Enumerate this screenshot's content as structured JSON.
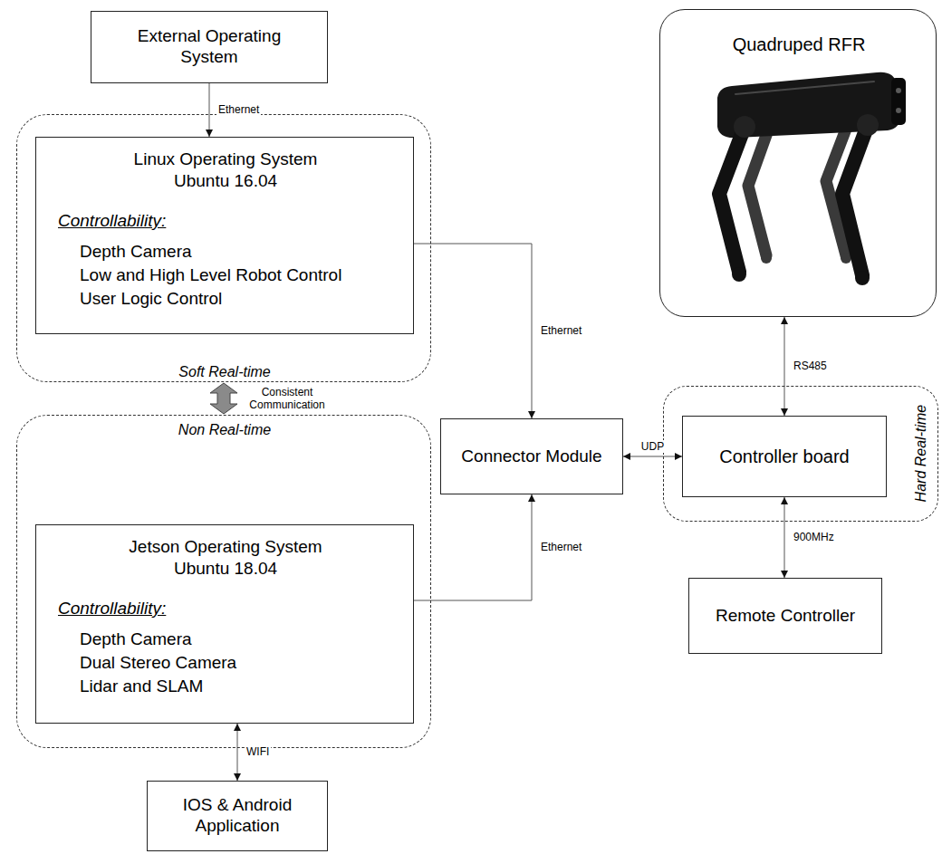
{
  "diagram": {
    "nodes": [
      {
        "text": [
          "External Operating System"
        ]
      },
      {
        "text": [
          "Soft Real-time"
        ]
      },
      {
        "text": [
          "Linux Operating System",
          "Ubuntu 16.04",
          "Controllability:",
          "Depth Camera",
          "Low and High Level Robot Control",
          "User Logic Control"
        ],
        "in": 1
      },
      {
        "text": [
          "Non Real-time"
        ]
      },
      {
        "text": [
          "Jetson Operating System",
          "Ubuntu 18.04",
          "Controllability:",
          "Depth Camera",
          "Dual Stereo Camera",
          "Lidar and SLAM"
        ],
        "in": 3
      },
      {
        "text": [
          "IOS & Android Application"
        ]
      },
      {
        "text": [
          "Connector Module"
        ]
      },
      {
        "text": [
          "Quadruped RFR"
        ]
      },
      {
        "text": [
          "Hard Real-time"
        ]
      },
      {
        "text": [
          "Controller board"
        ],
        "in": 8
      },
      {
        "text": [
          "Remote Controller"
        ]
      }
    ],
    "edges": [
      {
        "from": 0,
        "to": 2,
        "arrow": "to",
        "label": "Ethernet"
      },
      {
        "from": 1,
        "to": 3,
        "arrow": "both",
        "label": "Consistent Communication"
      },
      {
        "from": 2,
        "to": 6,
        "arrow": "to",
        "label": "Ethernet"
      },
      {
        "from": 4,
        "to": 6,
        "arrow": "to",
        "label": "Ethernet"
      },
      {
        "from": 4,
        "to": 5,
        "arrow": "both",
        "label": "WIFI"
      },
      {
        "from": 6,
        "to": 9,
        "arrow": "both",
        "label": "UDP"
      },
      {
        "from": 9,
        "to": 7,
        "arrow": "both",
        "label": "RS485"
      },
      {
        "from": 9,
        "to": 10,
        "arrow": "both",
        "label": "900MHz"
      }
    ]
  }
}
